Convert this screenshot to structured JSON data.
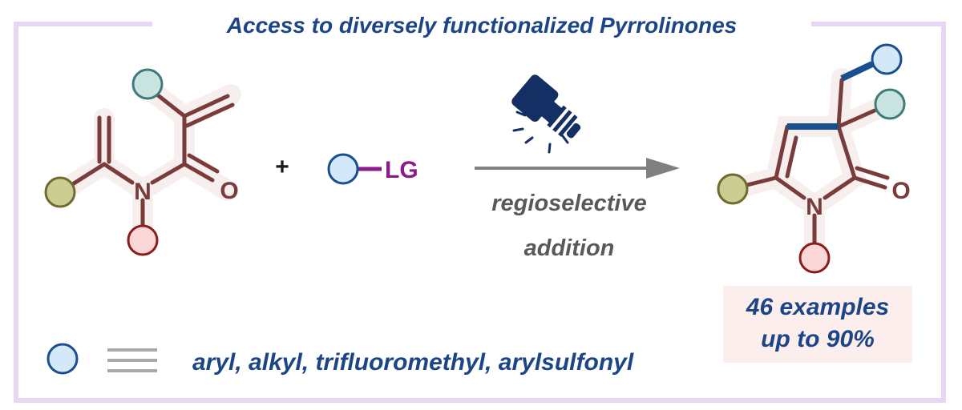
{
  "title": "Access to diversely functionalized Pyrrolinones",
  "reactant": {
    "N_label": "N",
    "O_label": "O"
  },
  "plus": "+",
  "reagent": {
    "LG_label": "LG"
  },
  "conditions": {
    "line1": "regioselective",
    "line2": "addition",
    "light_icon": "light-lamp-icon"
  },
  "product": {
    "N_label": "N",
    "O_label": "O"
  },
  "yield": {
    "line1": "46 examples",
    "line2": "up to 90%"
  },
  "legend": {
    "text": "aryl, alkyl, trifluoromethyl, arylsulfonyl",
    "symbol": "equivalent-icon"
  },
  "colors": {
    "title": "#1b4587",
    "frame": "#e6d8f4",
    "bond": "#7a3b3b",
    "blue_group": "#d3e9f9",
    "teal_group": "#c9e3e0",
    "olive_group": "#cccd92",
    "red_group": "#fbd6d6",
    "LG": "#8b1a8b",
    "new_bond": "#1a4f8f",
    "arrow": "#808080",
    "yield_box": "#fdeeee"
  }
}
